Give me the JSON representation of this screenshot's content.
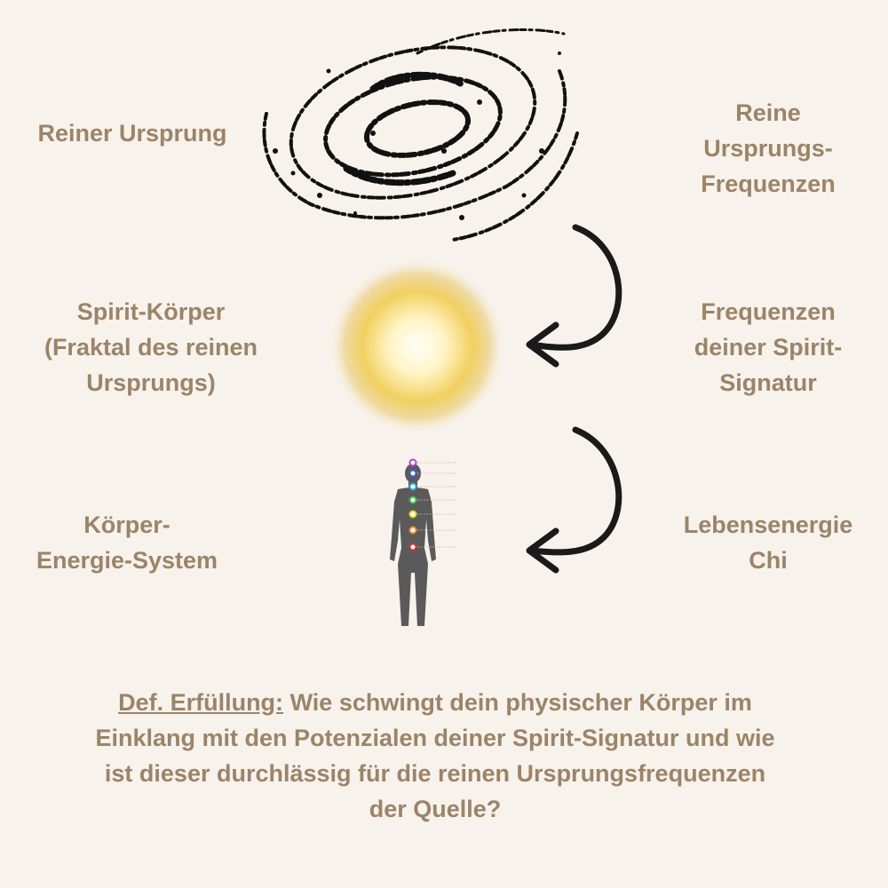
{
  "left_labels": [
    {
      "lines": [
        "Reiner Ursprung"
      ]
    },
    {
      "lines": [
        "Spirit-Körper",
        "(Fraktal des reinen",
        "Ursprungs)"
      ]
    },
    {
      "lines": [
        "Körper-",
        "Energie-System"
      ]
    }
  ],
  "right_labels": [
    {
      "lines": [
        "Reine",
        "Ursprungs-",
        "Frequenzen"
      ]
    },
    {
      "lines": [
        "Frequenzen",
        "deiner Spirit-",
        "Signatur"
      ]
    },
    {
      "lines": [
        "Lebensenergie",
        "Chi"
      ]
    }
  ],
  "definition": {
    "term": "Def. Erfüllung:",
    "line1": "Wie schwingt dein physischer Körper im",
    "line2": "Einklang mit den Potenzialen deiner Spirit-Signatur und wie",
    "line3": "ist dieser durchlässig für die reinen Ursprungsfrequenzen",
    "line4": "der Quelle?"
  },
  "colors": {
    "background": "#f8f2ec",
    "text": "#9b8468",
    "galaxy": "#111111",
    "sun_core": "#fffdf0",
    "sun_glow": "#f0d060",
    "body_silhouette": "#5a5a5a",
    "arrow": "#1a1a1a"
  },
  "chakras": [
    "#b53fd0",
    "#3c5fd6",
    "#3aa0e0",
    "#3fb84a",
    "#e4d230",
    "#f08a2a",
    "#d63232"
  ],
  "icons": {
    "top": "spiral-galaxy-icon",
    "middle": "glowing-sun-icon",
    "bottom": "human-body-chakras-icon",
    "connectors": "curved-arrow-icon"
  }
}
